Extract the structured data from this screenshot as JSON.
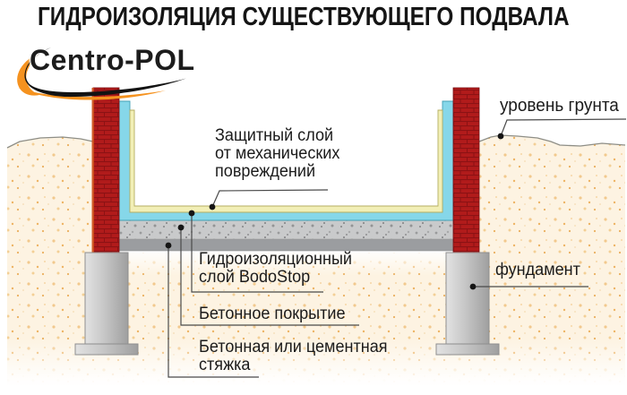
{
  "header": {
    "title": "ГИДРОИЗОЛЯЦИЯ СУЩЕСТВУЮЩЕГО ПОДВАЛА"
  },
  "logo": {
    "text": "Centro-POL"
  },
  "callouts": {
    "protective_layer": "Защитный слой\nот механических\nповреждений",
    "ground_level": "уровень грунта",
    "waterproofing_layer": "Гидроизоляционный\nслой BodoStop",
    "concrete_cover": "Бетонное покрытие",
    "screed": "Бетонная или цементная\nстяжка",
    "foundation": "фундамент"
  },
  "palette": {
    "brick_red": "#b11b1b",
    "brick_joint": "#7c1012",
    "waterproofing_cyan": "#86d7e9",
    "protective_yellow": "#f2efb6",
    "concrete_gray": "#c9cacb",
    "screed_gray": "#9b9da0",
    "pier_gray": "#c2c2c2",
    "soil_cream": "#fdf3e2",
    "soil_speckle": "#eeb465",
    "logo_orange": "#f5921f",
    "logo_black": "#131313",
    "leader_line": "#4a4a4a"
  }
}
